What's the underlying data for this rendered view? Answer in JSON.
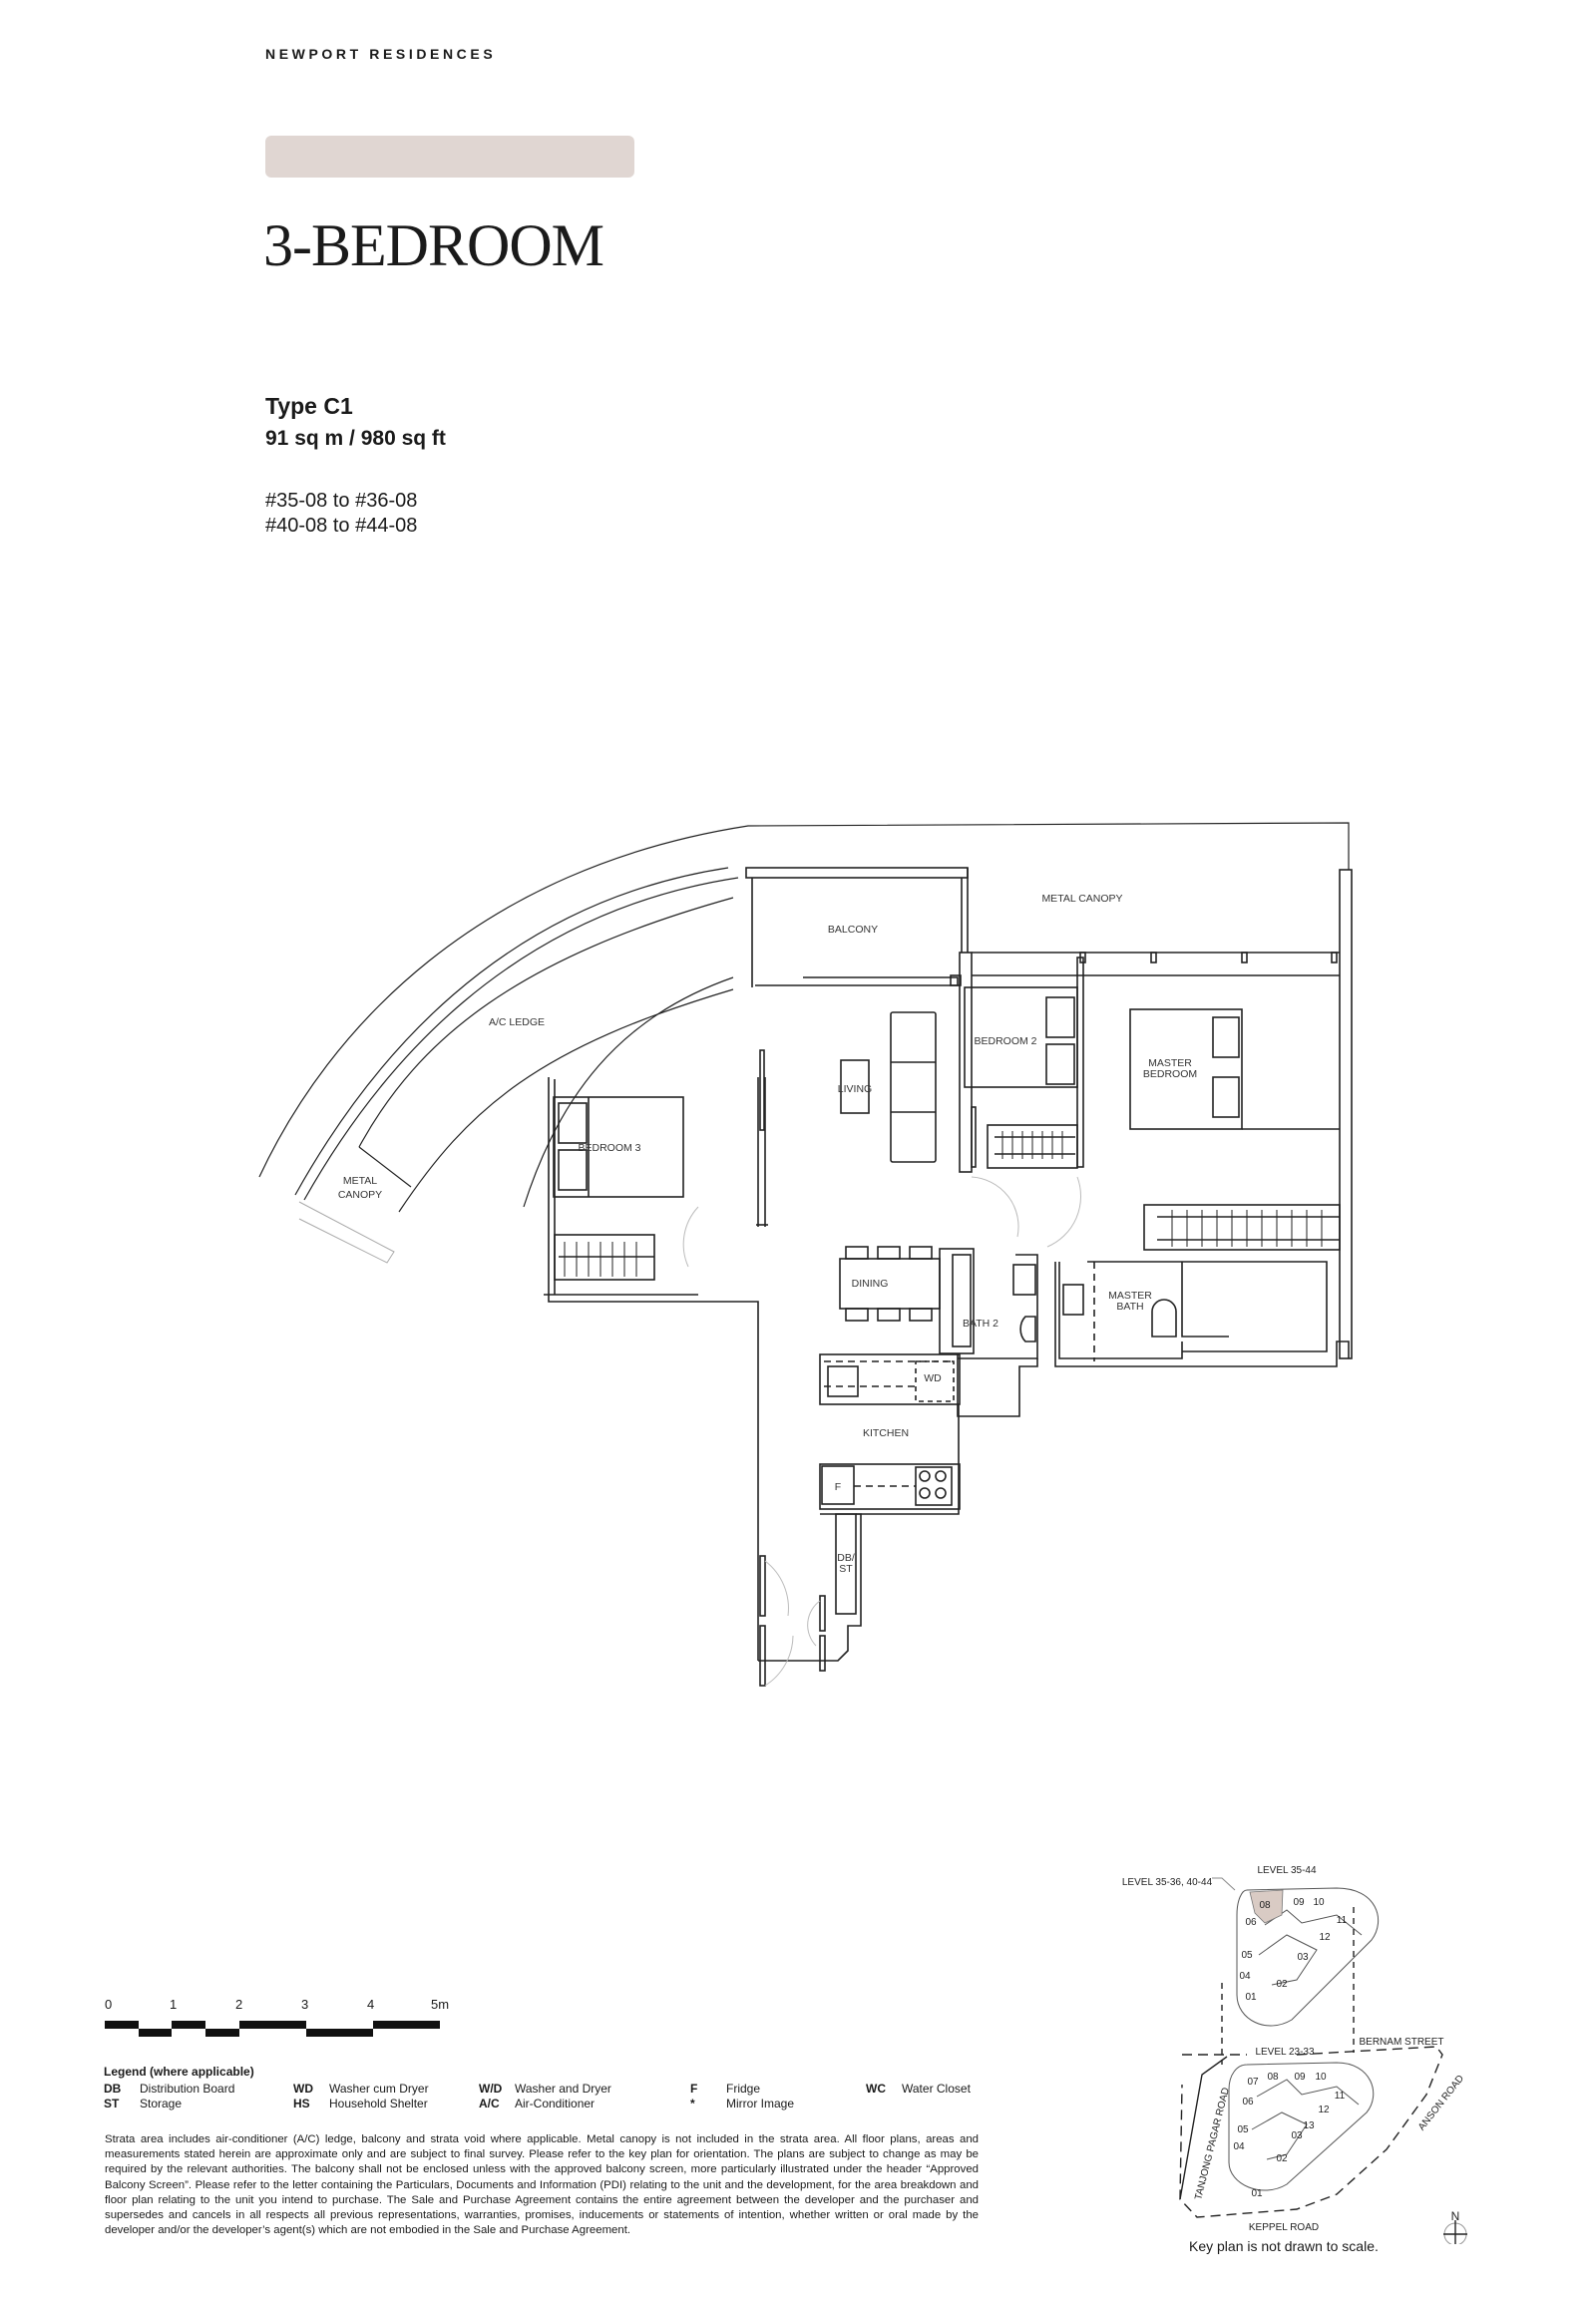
{
  "header": {
    "brand": "NEWPORT RESIDENCES",
    "tag_bar_color": "#e0d6d2",
    "title": "3-BEDROOM"
  },
  "unit": {
    "type": "Type C1",
    "area": "91 sq m / 980 sq ft",
    "unit_ranges": [
      "#35-08 to #36-08",
      "#40-08 to #44-08"
    ]
  },
  "floor_plan": {
    "rooms": {
      "balcony": "BALCONY",
      "metal_canopy_top": "METAL CANOPY",
      "ac_ledge": "A/C LEDGE",
      "metal_canopy_left_1": "METAL",
      "metal_canopy_left_2": "CANOPY",
      "living": "LIVING",
      "bedroom2": "BEDROOM 2",
      "master_bedroom_1": "MASTER",
      "master_bedroom_2": "BEDROOM",
      "bedroom3": "BEDROOM 3",
      "dining": "DINING",
      "bath2": "BATH 2",
      "master_bath_1": "MASTER",
      "master_bath_2": "BATH",
      "wd": "WD",
      "kitchen": "KITCHEN",
      "fridge": "F",
      "db_st_1": "DB/",
      "db_st_2": "ST"
    }
  },
  "scale_bar": {
    "labels": [
      "0",
      "1",
      "2",
      "3",
      "4",
      "5m"
    ]
  },
  "legend": {
    "title": "Legend (where applicable)",
    "items": [
      {
        "abbr": "DB",
        "desc": "Distribution Board"
      },
      {
        "abbr": "ST",
        "desc": "Storage"
      },
      {
        "abbr": "WD",
        "desc": "Washer cum Dryer"
      },
      {
        "abbr": "HS",
        "desc": "Household Shelter"
      },
      {
        "abbr": "W/D",
        "desc": "Washer and Dryer"
      },
      {
        "abbr": "A/C",
        "desc": "Air-Conditioner"
      },
      {
        "abbr": "F",
        "desc": "Fridge"
      },
      {
        "abbr": "*",
        "desc": "Mirror Image"
      },
      {
        "abbr": "WC",
        "desc": "Water Closet"
      }
    ]
  },
  "disclaimer": "Strata area includes air-conditioner (A/C) ledge, balcony and strata void where applicable. Metal canopy is not included in the strata area. All floor plans, areas and measurements stated herein are approximate only and are subject to final survey. Please refer to the key plan for orientation. The plans are subject to change as may be required by the relevant authorities. The balcony shall not be enclosed unless with the approved balcony screen, more particularly illustrated under the header “Approved Balcony Screen”. Please refer to the letter containing the Particulars, Documents and Information (PDI) relating to the unit and the development, for the area breakdown and floor plan relating to the unit you intend to purchase. The Sale and Purchase Agreement contains the entire agreement between the developer and the purchaser and supersedes and cancels in all respects all previous representations, warranties, promises, inducements or statements of intention, whether written or oral made by the developer and/or the developer’s agent(s) which are not embodied in the Sale and Purchase Agreement.",
  "key_plan": {
    "upper_level_label": "LEVEL  35-44",
    "callout_label": "LEVEL 35-36, 40-44",
    "lower_level_label": "LEVEL  23-33",
    "highlight_color": "#d9cbc4",
    "highlighted_unit": "08",
    "upper_units": [
      "08",
      "09",
      "10",
      "11",
      "12",
      "06",
      "05",
      "04",
      "03",
      "02",
      "01"
    ],
    "lower_units": [
      "07",
      "08",
      "09",
      "10",
      "11",
      "06",
      "12",
      "05",
      "13",
      "03",
      "04",
      "02",
      "01"
    ],
    "roads": {
      "north": "BERNAM STREET",
      "west": "TANJONG PAGAR ROAD",
      "east": "ANSON ROAD",
      "south": "KEPPEL ROAD"
    },
    "north_label": "N",
    "note": "Key plan is not drawn to scale."
  }
}
